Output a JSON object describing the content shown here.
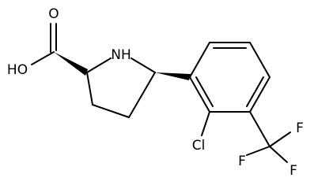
{
  "molecule": {
    "atoms": {
      "carbonyl_o": "O",
      "hydroxyl": "HO",
      "amine": "NH",
      "chlorine": "Cl",
      "fluorine_1": "F",
      "fluorine_2": "F",
      "fluorine_3": "F"
    }
  },
  "colors": {
    "bond": "#000000",
    "label": "#000000",
    "background": "#ffffff"
  }
}
